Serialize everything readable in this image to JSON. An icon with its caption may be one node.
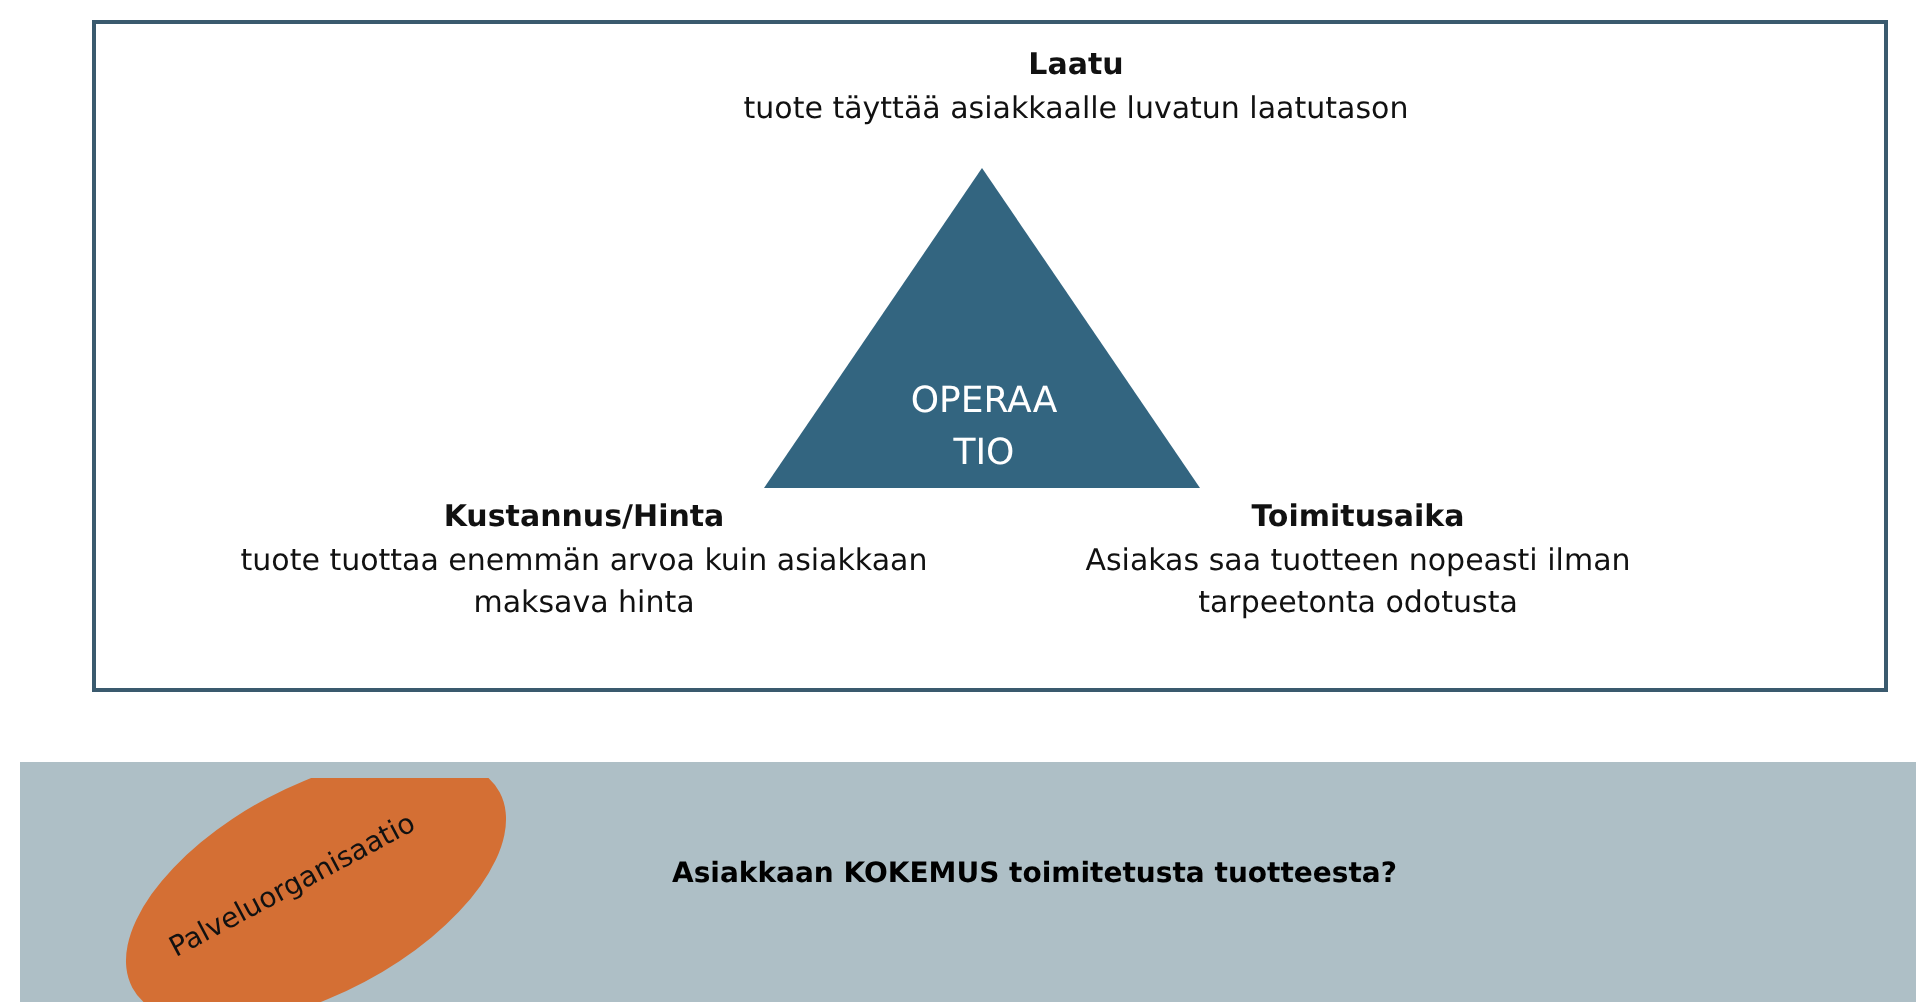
{
  "diagram": {
    "nodes": [
      {
        "text": [],
        "shape": "box"
      },
      {
        "text": [
          "OPERAA TIO"
        ],
        "in": 0
      },
      {
        "text": [
          "Asiakkaan KOKEMUS toimitetusta tuotteesta?"
        ]
      },
      {
        "text": [
          "Palveluorganisaatio"
        ],
        "in": 2
      }
    ],
    "edges": [],
    "labels": [
      "Laatu",
      "tuote täyttää asiakkaalle luvatun laatutason",
      "Kustannus/Hinta",
      "tuote tuottaa enemmän arvoa kuin asiakkaan maksava hinta",
      "Toimitusaika",
      "Asiakas saa tuotteen nopeasti ilman tarpeetonta odotusta"
    ]
  }
}
